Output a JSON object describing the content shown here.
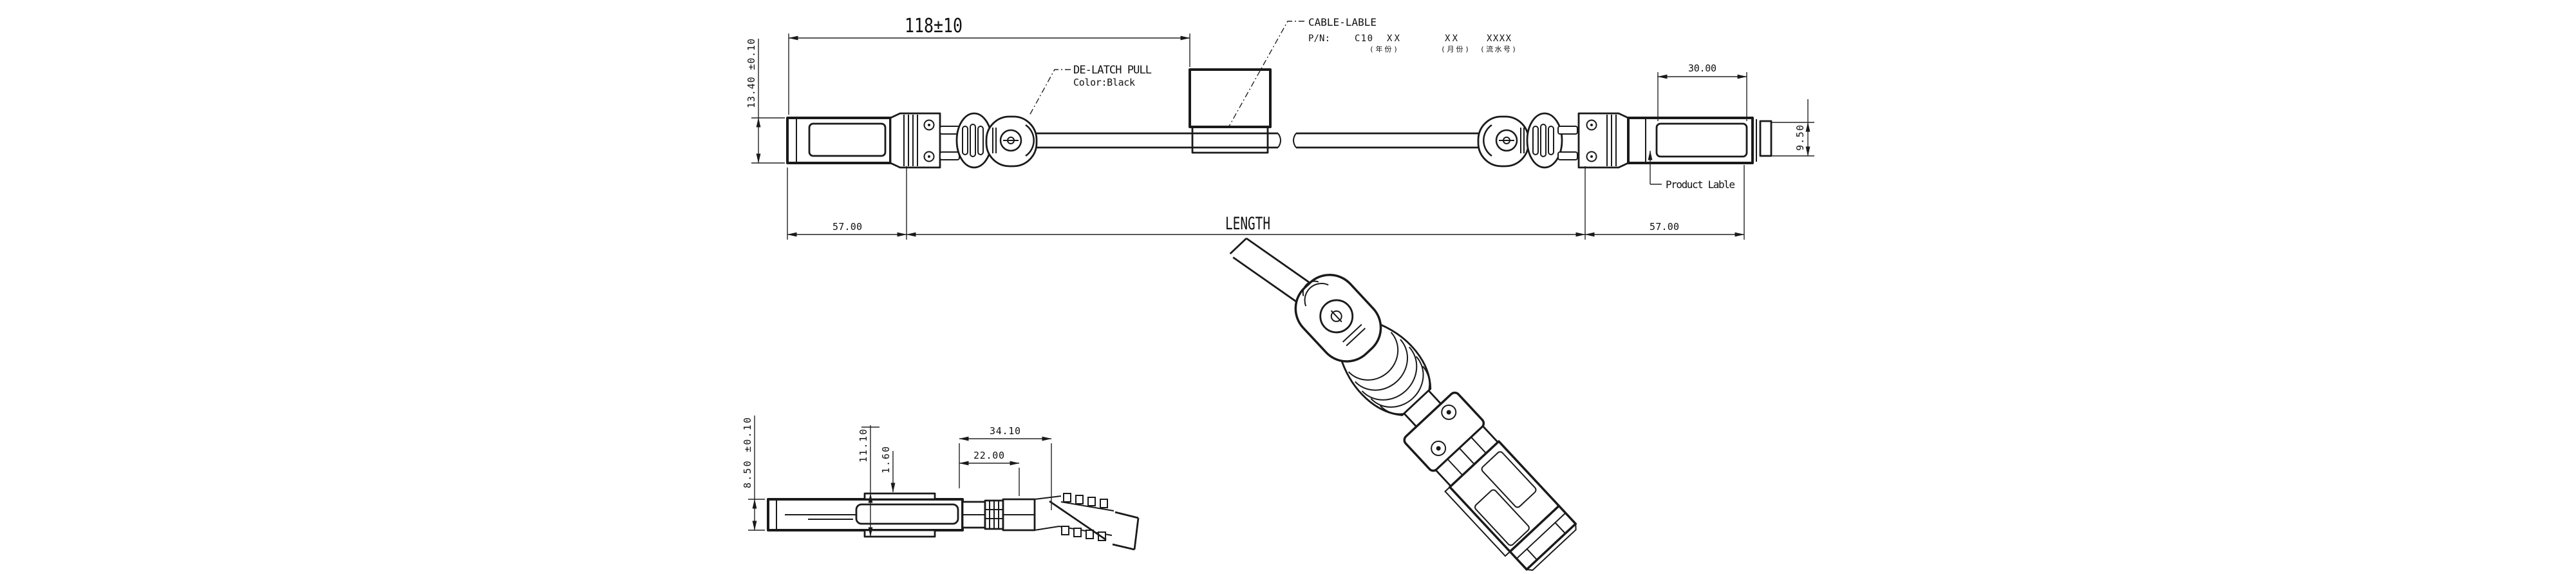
{
  "page": {
    "background": "#ffffff",
    "ink": "#1a1a1a"
  },
  "top_view": {
    "dim_cable_label_position": "118±10",
    "dim_connector_width": "13.40 ±0.10",
    "dim_product_label_window": "30.00",
    "dim_nose_width": "9.50",
    "dim_left_connector_length": "57.00",
    "dim_cable_length": "LENGTH",
    "dim_right_connector_length": "57.00",
    "delatch_note_line1": "DE-LATCH PULL",
    "delatch_note_line2": "Color:Black",
    "cable_label_note": {
      "title": "CABLE-LABLE",
      "pn_prefix": "P/N:",
      "pn_code": "C10",
      "pn_field1": "XX",
      "pn_field2": "XX",
      "pn_field3": "XXXX",
      "pn_sub1": "(年份)",
      "pn_sub2": "(月份)",
      "pn_sub3": "(流水号)"
    },
    "product_label_note": "Product Lable"
  },
  "side_view": {
    "dim_body_height": "8.50 ±0.10",
    "dim_overall_height": "11.10",
    "dim_latch_thickness": "1.60",
    "dim_backshell_length": "34.10",
    "dim_boot_length": "22.00"
  }
}
